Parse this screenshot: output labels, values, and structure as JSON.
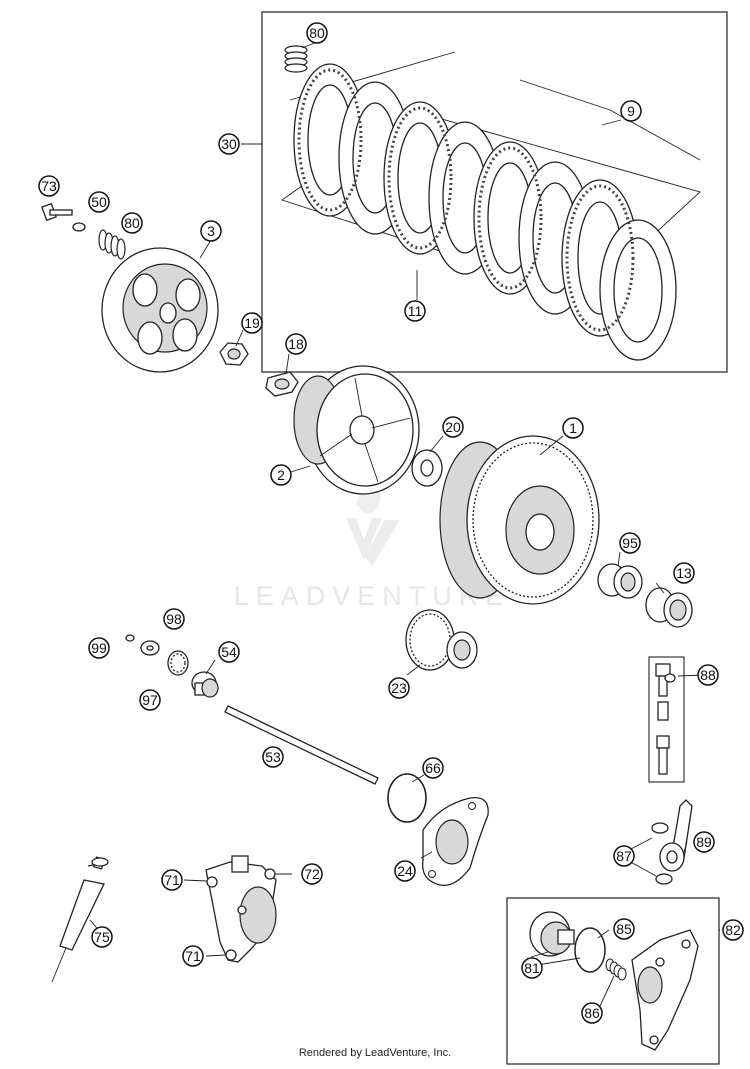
{
  "diagram": {
    "watermark": "LEADVENTURE",
    "footer": "Rendered by LeadVenture, Inc."
  },
  "callouts": {
    "c80a": "80",
    "c9": "9",
    "c30": "30",
    "c11": "11",
    "c73": "73",
    "c50": "50",
    "c80b": "80",
    "c3": "3",
    "c19": "19",
    "c18": "18",
    "c20": "20",
    "c1": "1",
    "c2": "2",
    "c95": "95",
    "c13": "13",
    "c98": "98",
    "c99": "99",
    "c54": "54",
    "c97": "97",
    "c23": "23",
    "c88": "88",
    "c53": "53",
    "c66": "66",
    "c87": "87",
    "c89": "89",
    "c24": "24",
    "c71a": "71",
    "c72": "72",
    "c75": "75",
    "c71b": "71",
    "c82": "82",
    "c85": "85",
    "c81": "81",
    "c86": "86"
  }
}
